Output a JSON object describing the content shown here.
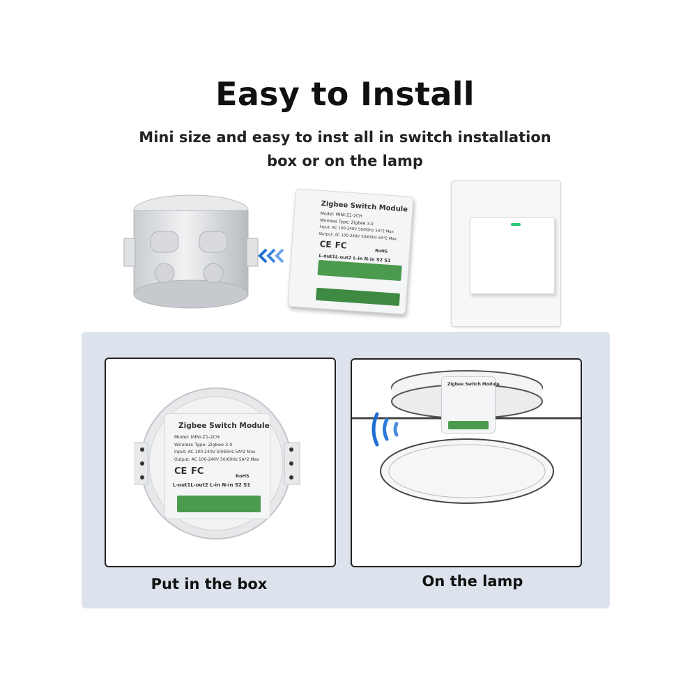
{
  "heading": {
    "title": "Easy to Install",
    "subtitle_line1": "Mini size and easy to inst all in switch installation",
    "subtitle_line2": "box or on the lamp"
  },
  "module": {
    "name": "Zigbee Switch Module",
    "model": "Model: MINI-Z1-2CH",
    "wireless": "Wireless Type: Zigbee 3.0",
    "input": "Input: AC 100-240V 50/60Hz 5A*2 Max",
    "output": "Output: AC 100-240V 50/60Hz 5A*2 Max",
    "cert_ce": "CE",
    "cert_fc": "FC",
    "cert_rohs": "RoHS",
    "terminals": "L-out1L-out2 L-in N-in  S2   S1"
  },
  "captions": {
    "box": "Put in the box",
    "lamp": "On the lamp"
  },
  "colors": {
    "terminal_green": "#4c9a4e",
    "panel_bg": "#dde3ec",
    "signal_blue": "#1f6fd1",
    "led_green": "#28c77a"
  },
  "icons": {
    "arrows": "chevron-left-triple-icon",
    "signal": "wifi-signal-icon"
  }
}
